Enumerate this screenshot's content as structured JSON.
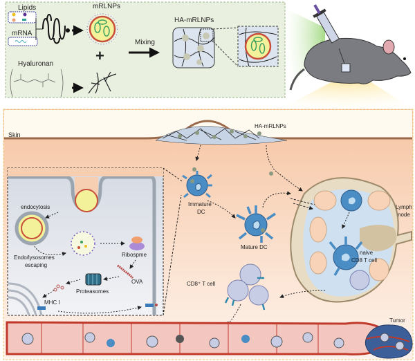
{
  "top_panel": {
    "lipids_label": "Lipids",
    "mrna_label": "mRNA",
    "mrlnps_label": "mRLNPs",
    "hyaluronan_label": "Hyaluronan",
    "mixing_label": "Mixing",
    "ha_mrlnps_label": "HA-mRLNPs",
    "plus_sign": "+"
  },
  "bottom_panel": {
    "skin_label": "Skin",
    "ha_mrlnps_label": "HA-mRLNPs",
    "endocytosis_label": "endocytosis",
    "endo_escape_label_1": "Endo/lysosomes",
    "endo_escape_label_2": "escaping",
    "ribosome_label": "Ribospme",
    "ova_label": "OVA",
    "proteasomes_label": "Proteasomes",
    "mhc_label": "MHC I",
    "immature_dc_label_1": "Immature",
    "immature_dc_label_2": "DC",
    "mature_dc_label": "Mature DC",
    "lymph_node_label_1": "Lymph",
    "lymph_node_label_2": "node",
    "naive_label_1": "naive",
    "naive_label_2": "CD8 T cell",
    "cd8_label": "CD8⁺ T cell",
    "tumor_label": "Tumor"
  },
  "colors": {
    "top_panel_bg": "#eaf0e0",
    "skin_bg": "#f7c9a8",
    "cell_bg": "#dfe3ea",
    "dc_blue": "#4a8cc4",
    "vessel_red": "#c0392b"
  }
}
